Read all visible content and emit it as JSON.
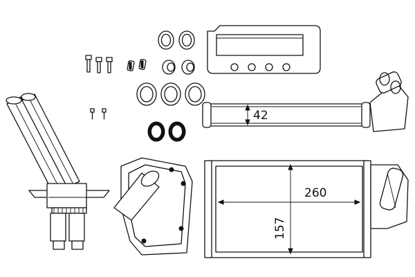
{
  "dimensions": {
    "tank_diameter": "42",
    "core_width": "260",
    "core_height": "157"
  }
}
